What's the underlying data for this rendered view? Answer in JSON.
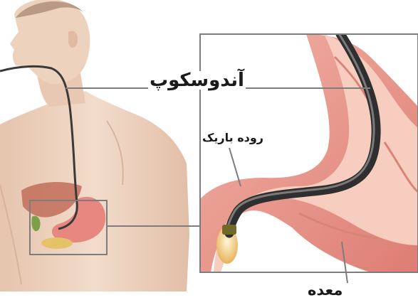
{
  "labels": {
    "endoscope": "آندوسکوپ",
    "small_intestine": "روده باریک",
    "stomach": "معده"
  },
  "colors": {
    "skin": "#edd2bd",
    "skin_shadow": "#d9b39c",
    "stomach_outer": "#e7877f",
    "stomach_inner": "#f4c3b5",
    "liver": "#c4735f",
    "scope": "#3a3a3a",
    "frame": "#7d7d7d"
  }
}
